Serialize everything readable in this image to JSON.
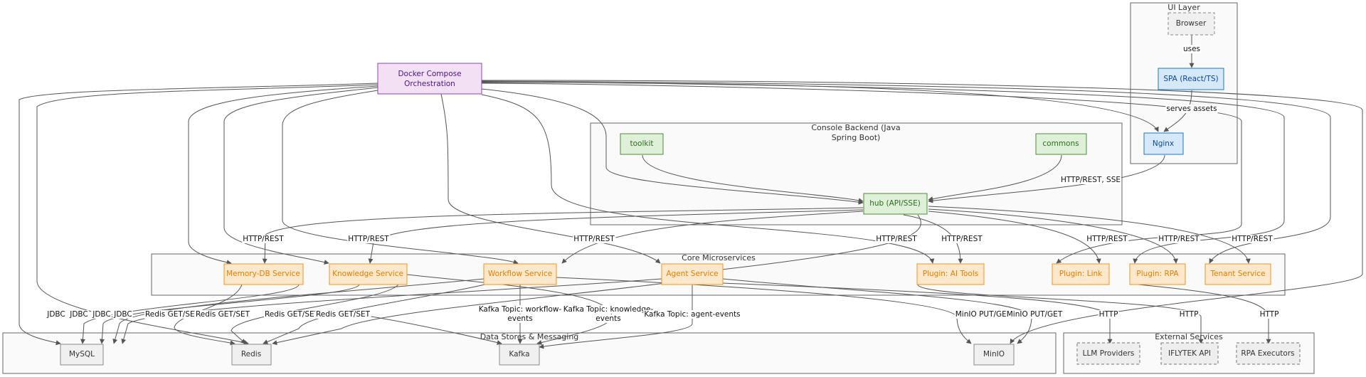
{
  "clusters": {
    "ui_layer": "UI Layer",
    "console_backend": [
      "Console Backend (Java",
      "Spring Boot)"
    ],
    "core_microservices": "Core Microservices",
    "data_stores": "Data Stores & Messaging",
    "external_services": "External Services"
  },
  "nodes": {
    "docker": [
      "Docker Compose",
      "Orchestration"
    ],
    "browser": "Browser",
    "spa": "SPA (React/TS)",
    "nginx": "Nginx",
    "toolkit": "toolkit",
    "commons": "commons",
    "hub": "hub (API/SSE)",
    "memory_db": "Memory-DB Service",
    "knowledge": "Knowledge Service",
    "workflow": "Workflow Service",
    "agent": "Agent Service",
    "plugin_ai": "Plugin: AI Tools",
    "plugin_link": "Plugin: Link",
    "plugin_rpa": "Plugin: RPA",
    "tenant": "Tenant Service",
    "mysql": "MySQL",
    "redis": "Redis",
    "kafka": "Kafka",
    "minio": "MinIO",
    "llm": "LLM Providers",
    "iflytek": "IFLYTEK API",
    "rpa_exec": "RPA Executors"
  },
  "edge_labels": {
    "uses": "uses",
    "serves_assets": "serves assets",
    "http_rest_sse": "HTTP/REST, SSE",
    "http_rest": "HTTP/REST",
    "jdbc": "JDBC",
    "redis_getset": "Redis GET/SET",
    "kafka_workflow": [
      "Kafka Topic: workflow-",
      "events"
    ],
    "kafka_knowledge": [
      "Kafka Topic: knowledge-",
      "events"
    ],
    "kafka_agent": "Kafka Topic: agent-events",
    "minio_putget": "MinIO PUT/GET",
    "http": "HTTP"
  },
  "colors": {
    "docker_fill": "#f3e0f5",
    "docker_stroke": "#8e44ad",
    "docker_text": "#4a148c",
    "ui_fill": "#d6e9fb",
    "ui_stroke": "#1f77c4",
    "ui_text": "#0d47a1",
    "backend_fill": "#dff0d8",
    "backend_stroke": "#4f8a3c",
    "backend_text": "#2e6b1f",
    "service_fill": "#fde8cc",
    "service_stroke": "#f0941f",
    "service_text": "#e67e00",
    "store_fill": "#f0f0f0",
    "store_stroke": "#8a8a8a",
    "store_text": "#333333",
    "external_fill": "#eeeeee",
    "external_stroke": "#777777",
    "external_text": "#333333"
  }
}
